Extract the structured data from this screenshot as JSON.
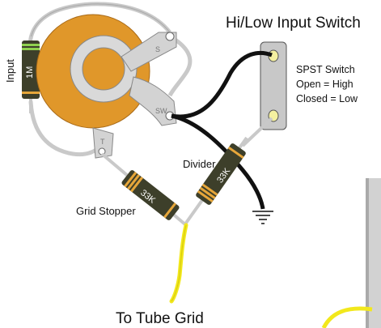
{
  "title": "Hi/Low Input Switch",
  "switch_notes": {
    "name": "SPST Switch",
    "open": "Open = High",
    "closed": "Closed = Low"
  },
  "labels": {
    "input": "Input",
    "divider": "Divider",
    "grid_stopper": "Grid Stopper",
    "to_tube_grid": "To Tube Grid"
  },
  "jack_lugs": {
    "sleeve": "S",
    "switch": "SW",
    "tip": "T"
  },
  "resistors": {
    "input": "1M",
    "divider": "33K",
    "grid_stopper": "33K"
  },
  "colors": {
    "jack_body": "#e0972a",
    "hardware": "#c8c8c8",
    "resistor_body": "#3d3f2a",
    "resistor_band": "#e6a63a",
    "signal_wire": "#f2e81c",
    "black_wire": "#111111"
  }
}
